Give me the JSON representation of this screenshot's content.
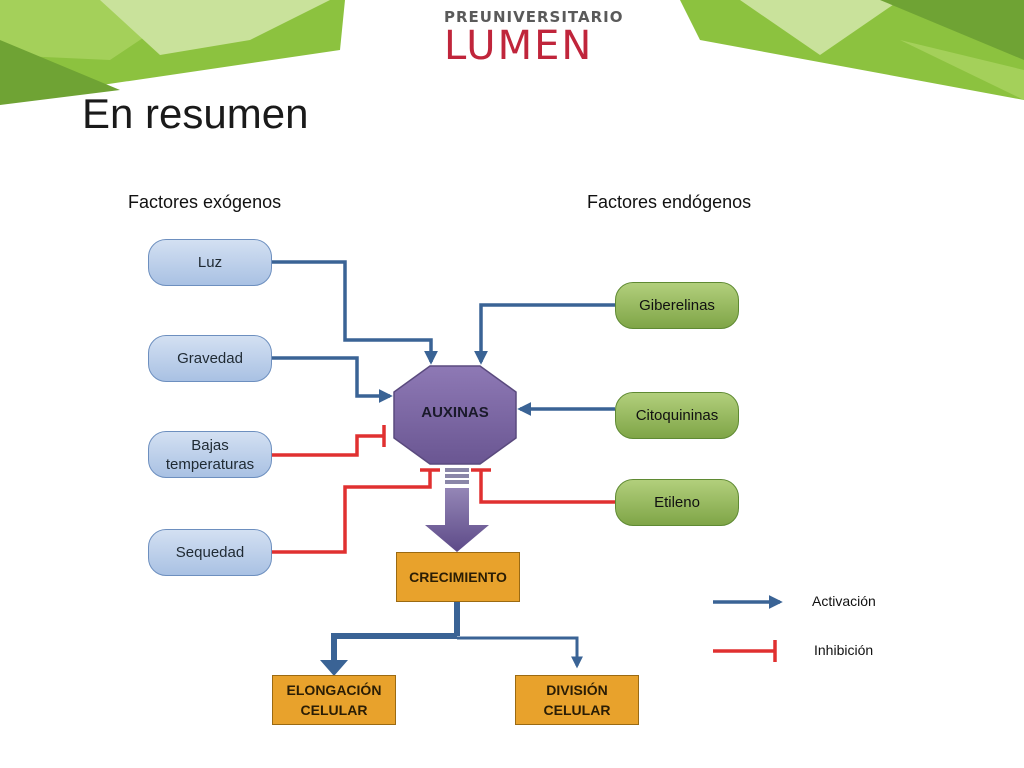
{
  "header": {
    "logo_top": "PREUNIVERSITARIO",
    "logo_main": "LUMEN",
    "title": "En resumen"
  },
  "diagram": {
    "heading_left": "Factores exógenos",
    "heading_right": "Factores endógenos",
    "exogenous": [
      {
        "label": "Luz",
        "effect": "activation"
      },
      {
        "label": "Gravedad",
        "effect": "activation"
      },
      {
        "label": "Bajas temperaturas",
        "effect": "inhibition"
      },
      {
        "label": "Sequedad",
        "effect": "inhibition"
      }
    ],
    "endogenous": [
      {
        "label": "Giberelinas",
        "effect": "activation"
      },
      {
        "label": "Citoquininas",
        "effect": "activation"
      },
      {
        "label": "Etileno",
        "effect": "inhibition"
      }
    ],
    "center": "AUXINAS",
    "growth": "CRECIMIENTO",
    "outputs": [
      "ELONGACIÓN CELULAR",
      "DIVISIÓN CELULAR"
    ]
  },
  "legend": {
    "activation": "Activación",
    "inhibition": "Inhibición"
  },
  "colors": {
    "activation": "#3a6395",
    "inhibition": "#e03030",
    "center": "#7c65a3",
    "growth_box": "#e8a22c",
    "green_banner": "#8cc23f"
  }
}
